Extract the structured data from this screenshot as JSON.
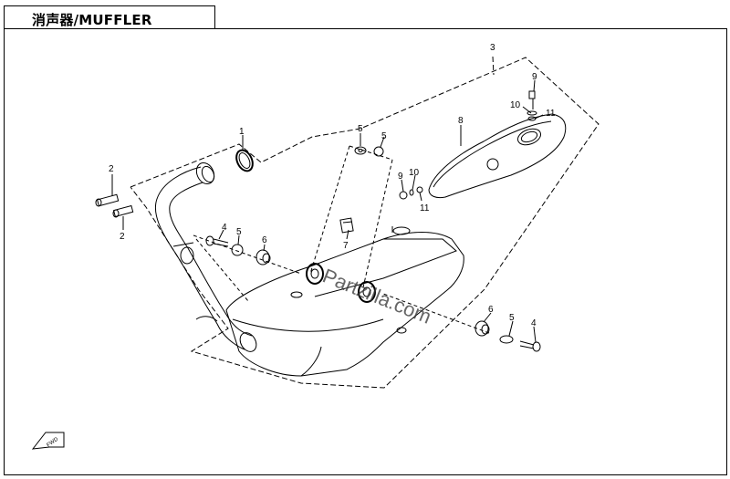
{
  "title": "消声器/MUFFLER",
  "watermark": "Partzilla.com",
  "fwd_label": "FWD",
  "callouts": {
    "c1": "1",
    "c2a": "2",
    "c2b": "2",
    "c3": "3",
    "c4a": "4",
    "c4b": "4",
    "c5a": "5",
    "c5b": "5",
    "c5c": "5",
    "c5d": "5",
    "c6a": "6",
    "c6b": "6",
    "c7": "7",
    "c8": "8",
    "c9a": "9",
    "c9b": "9",
    "c10a": "10",
    "c10b": "10",
    "c11a": "11",
    "c11b": "11"
  }
}
